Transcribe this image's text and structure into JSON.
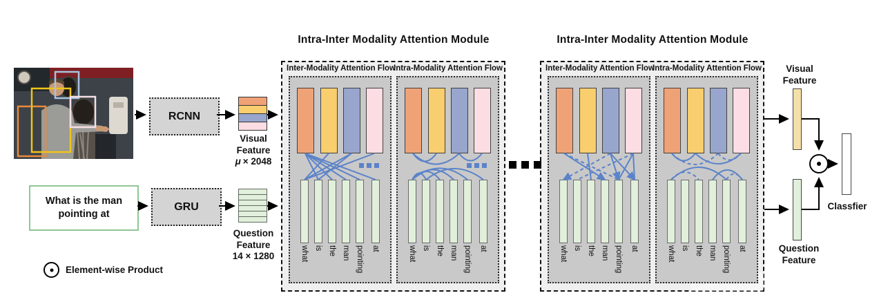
{
  "figure": {
    "module_title": "Intra-Inter Modality Attention Module",
    "inter_flow_label": "Inter-Modality Attention Flow",
    "intra_flow_label": "Intra-Modality Attention Flow"
  },
  "input": {
    "question_text": "What is the man pointing at"
  },
  "encoders": {
    "visual": "RCNN",
    "question": "GRU"
  },
  "features": {
    "visual": {
      "line1": "Visual",
      "line2": "Feature",
      "dim_symbol": "μ",
      "dim_rest": "× 2048"
    },
    "question": {
      "line1": "Question",
      "line2": "Feature",
      "dim": "14 × 1280"
    }
  },
  "question_words": [
    "what",
    "is",
    "the",
    "man",
    "pointing",
    "at"
  ],
  "outputs": {
    "visual": {
      "line1": "Visual",
      "line2": "Feature"
    },
    "question": {
      "line1": "Question",
      "line2": "Feature"
    },
    "classifier_label": "Classfier"
  },
  "legend": {
    "label": "Element-wise Product"
  },
  "colors": {
    "visual_bars": [
      "#F0A277",
      "#F8CE6E",
      "#98A6CE",
      "#FBDDE3"
    ],
    "image_bounding_boxes": [
      "#E8893C",
      "#F0C419",
      "#A9C3DF",
      "#F6DFE4"
    ],
    "question_bar_green": "#E1EFDB",
    "output_visual_tan": "#F5DFA9",
    "attention_line_blue": "#5B83C9",
    "panel_gray": "#C9C9C9",
    "module_gray": "#EFEFEF",
    "encoder_gray": "#D4D4D4",
    "question_box_border": "#90C695"
  }
}
